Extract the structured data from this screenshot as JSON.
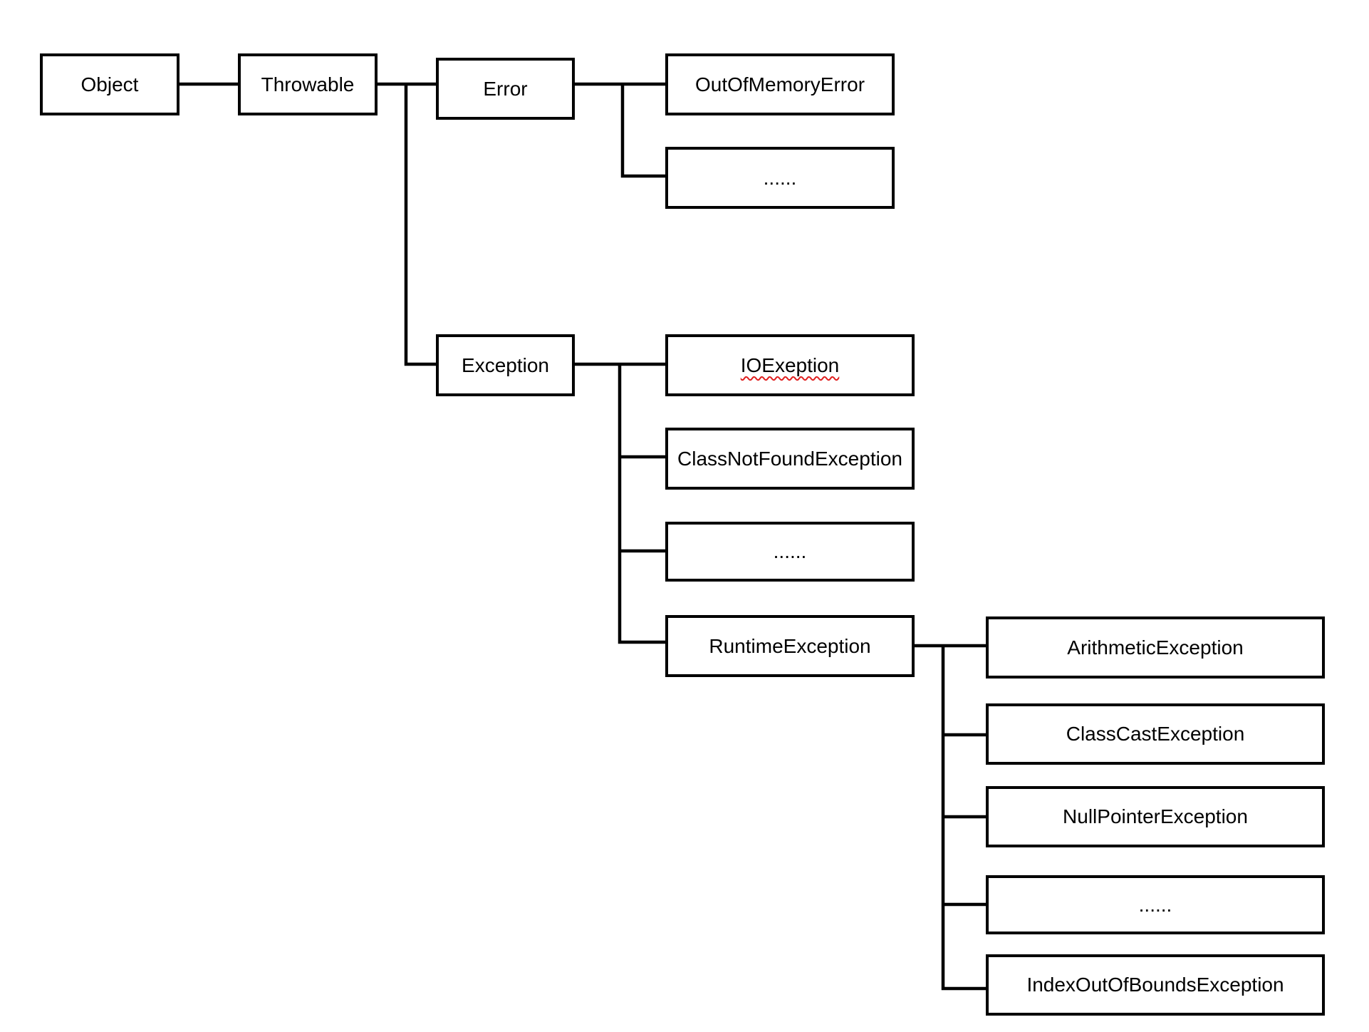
{
  "nodes": {
    "object": "Object",
    "throwable": "Throwable",
    "error": "Error",
    "out_of_memory_error": "OutOfMemoryError",
    "error_more": "......",
    "exception": "Exception",
    "io_exception": "IOExeption",
    "class_not_found_exception": "ClassNotFoundException",
    "exception_more": "......",
    "runtime_exception": "RuntimeException",
    "arithmetic_exception": "ArithmeticException",
    "class_cast_exception": "ClassCastException",
    "null_pointer_exception": "NullPointerException",
    "runtime_more": "......",
    "index_out_of_bounds_exception": "IndexOutOfBoundsException"
  },
  "edges": [
    [
      "object",
      "throwable"
    ],
    [
      "throwable",
      "error"
    ],
    [
      "throwable",
      "exception"
    ],
    [
      "error",
      "out_of_memory_error"
    ],
    [
      "error",
      "error_more"
    ],
    [
      "exception",
      "io_exception"
    ],
    [
      "exception",
      "class_not_found_exception"
    ],
    [
      "exception",
      "exception_more"
    ],
    [
      "exception",
      "runtime_exception"
    ],
    [
      "runtime_exception",
      "arithmetic_exception"
    ],
    [
      "runtime_exception",
      "class_cast_exception"
    ],
    [
      "runtime_exception",
      "null_pointer_exception"
    ],
    [
      "runtime_exception",
      "runtime_more"
    ],
    [
      "runtime_exception",
      "index_out_of_bounds_exception"
    ]
  ],
  "colors": {
    "line": "#000000",
    "background": "#ffffff",
    "spellcheck_underline": "#e02020"
  }
}
